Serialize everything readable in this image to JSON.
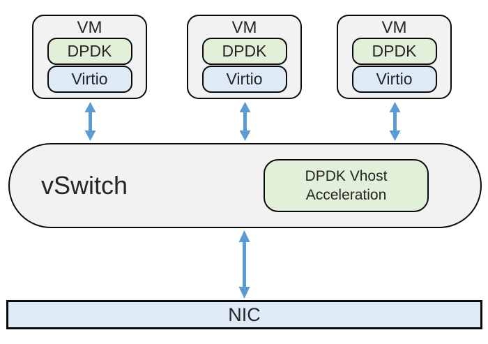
{
  "colors": {
    "container_fill": "#f2f2f2",
    "dpdk_fill": "#e2efd9",
    "virtio_fill": "#deeaf6",
    "nic_fill": "#deeaf6",
    "arrow": "#5b9bd5",
    "border": "#0a0a0a",
    "text": "#262626"
  },
  "vms": [
    {
      "label": "VM",
      "dpdk_label": "DPDK",
      "virtio_label": "Virtio"
    },
    {
      "label": "VM",
      "dpdk_label": "DPDK",
      "virtio_label": "Virtio"
    },
    {
      "label": "VM",
      "dpdk_label": "DPDK",
      "virtio_label": "Virtio"
    }
  ],
  "vswitch": {
    "label": "vSwitch",
    "accel_label": "DPDK Vhost Acceleration"
  },
  "nic": {
    "label": "NIC"
  }
}
